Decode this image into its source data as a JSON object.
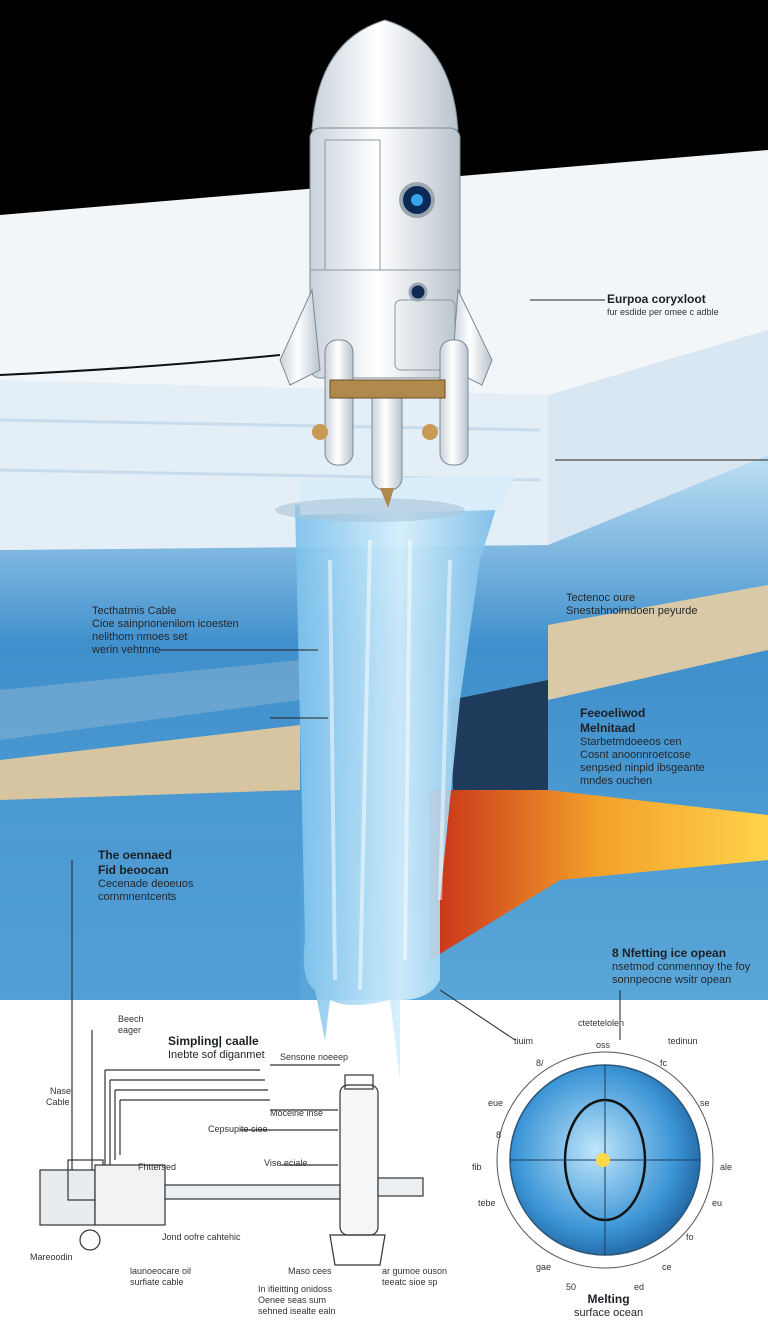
{
  "labels": {
    "probe": {
      "title": "Eurpoa coryxloot",
      "sub": "fur esdide per omee c adble"
    },
    "tether": {
      "title": "Tecthatmis Cable",
      "l1": "Cioe sainpnonenilom icoesten",
      "l2": "nelithom nmoes set",
      "l3": "werin vehtnne"
    },
    "sediment": {
      "title": "Tectenoc oure",
      "l1": "Snestahnoimdoen peyurde"
    },
    "hydro": {
      "t1": "Feeoeliwod",
      "t2": "Melnitaad",
      "l1": "Starbetmdoeeos cen",
      "l2": "Cosnt anoonnroetcose",
      "l3": "senpsed ninpid ibsgeante",
      "l4": "mndes ouchen"
    },
    "ocean": {
      "t1": "The oennaed",
      "t2": "Fid beoocan",
      "l1": "Cecenade deoeuos",
      "l2": "cornmnentcents"
    },
    "melting": {
      "title": "8 Nfetting ice opean",
      "l1": "nsetmod conmennoy the foy",
      "l2": "sonnpeocne wsitr opean"
    },
    "sampling": {
      "title": "Simpling| caalle",
      "sub": "Inebte sof diganmet"
    },
    "detail": {
      "beech": "Beech",
      "eager": "eager",
      "nase": "Nase",
      "cable": "Cable",
      "sensor": "Sensone noeeep",
      "mocene": "Moceine inse",
      "capsule": "Cepsupite ciee",
      "fhtter": "Fhttersed",
      "vise": "Vise eciale",
      "londorfe": "Jond oofre cahtehic",
      "mareoodin": "Mareoodin",
      "scre1": "launoeocare oil",
      "scre2": "surfiate cable",
      "maso": "Maso cees",
      "guen1": "ar gumoe ouson",
      "guen2": "teeatc sioe sp",
      "inm1": "In ifieitting onidoss",
      "inm2": "Oenee seas sum",
      "inm3": "sehned isealte ealn"
    },
    "globe": {
      "top": "ctetetelolen",
      "top2": "oss",
      "left": "tiuim",
      "right": "tedinun",
      "p1": "8/",
      "p2": "fc",
      "p3": "eue",
      "p4": "se",
      "p5": "8",
      "p6": "fib",
      "p7": "ale",
      "p8": "tebe",
      "p9": "eu",
      "p10": "fo",
      "p11": "gae",
      "p12": "ce",
      "p13": "50",
      "p14": "ed",
      "bottom1": "Melting",
      "bottom2": "surface ocean"
    }
  },
  "colors": {
    "sky": "#000000",
    "ice": "#f2f6fa",
    "ocean": "#3a86c6",
    "sediment": "#d6c7a6",
    "lava": "#f08a1e",
    "meltwater": "#a9d8f5"
  }
}
